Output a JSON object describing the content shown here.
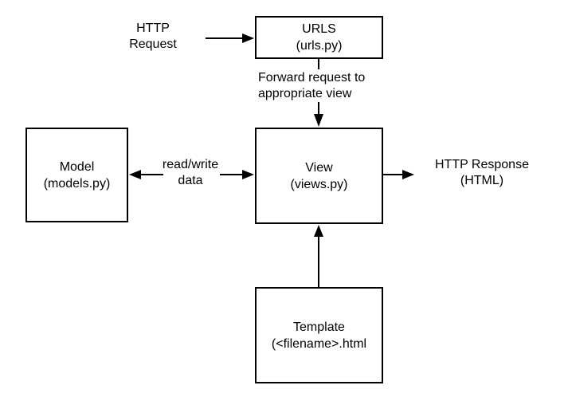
{
  "colors": {
    "background": "#ffffff",
    "line": "#000000",
    "text": "#000000",
    "box_fill": "#ffffff"
  },
  "nodes": {
    "urls": {
      "title": "URLS",
      "subtitle": "(urls.py)"
    },
    "model": {
      "title": "Model",
      "subtitle": "(models.py)"
    },
    "view": {
      "title": "View",
      "subtitle": "(views.py)"
    },
    "template": {
      "title": "Template",
      "subtitle": "(<filename>.html"
    }
  },
  "labels": {
    "http_request": {
      "line1": "HTTP",
      "line2": "Request"
    },
    "forward": {
      "line1": "Forward request to",
      "line2": "appropriate view"
    },
    "read_write": {
      "line1": "read/write",
      "line2": "data"
    },
    "http_response": {
      "line1": "HTTP Response",
      "line2": "(HTML)"
    }
  },
  "edges": [
    {
      "from": "http-request-label",
      "to": "urls",
      "direction": "right"
    },
    {
      "from": "urls",
      "to": "view",
      "direction": "down",
      "label": "Forward request to appropriate view"
    },
    {
      "from": "view",
      "to": "model",
      "direction": "left",
      "label": "read/write data"
    },
    {
      "from": "model",
      "to": "view",
      "direction": "right",
      "label": "read/write data"
    },
    {
      "from": "view",
      "to": "http-response-label",
      "direction": "right"
    },
    {
      "from": "template",
      "to": "view",
      "direction": "up"
    }
  ]
}
